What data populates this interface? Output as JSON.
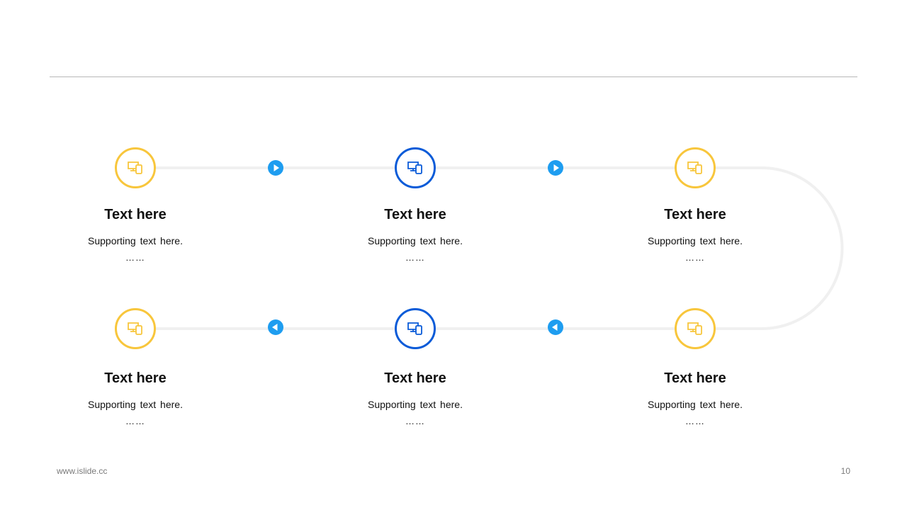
{
  "colors": {
    "yellow": "#f8c63c",
    "blue": "#0a5bd8",
    "arrow": "#1e9df0",
    "track": "#f0f0f0"
  },
  "steps": [
    {
      "title": "Text here",
      "subtitle": "Supporting  text here.",
      "dots": "……",
      "icon": "devices-icon",
      "accent": "yellow"
    },
    {
      "title": "Text here",
      "subtitle": "Supporting  text here.",
      "dots": "……",
      "icon": "devices-icon",
      "accent": "blue"
    },
    {
      "title": "Text here",
      "subtitle": "Supporting  text here.",
      "dots": "……",
      "icon": "devices-icon",
      "accent": "yellow"
    },
    {
      "title": "Text here",
      "subtitle": "Supporting  text here.",
      "dots": "……",
      "icon": "devices-icon",
      "accent": "yellow"
    },
    {
      "title": "Text here",
      "subtitle": "Supporting  text here.",
      "dots": "……",
      "icon": "devices-icon",
      "accent": "blue"
    },
    {
      "title": "Text here",
      "subtitle": "Supporting  text here.",
      "dots": "……",
      "icon": "devices-icon",
      "accent": "yellow"
    }
  ],
  "arrows": [
    {
      "direction": "right",
      "icon": "play-right-icon"
    },
    {
      "direction": "right",
      "icon": "play-right-icon"
    },
    {
      "direction": "left",
      "icon": "play-left-icon"
    },
    {
      "direction": "left",
      "icon": "play-left-icon"
    }
  ],
  "footer": {
    "website": "www.islide.cc",
    "page_number": "10"
  }
}
